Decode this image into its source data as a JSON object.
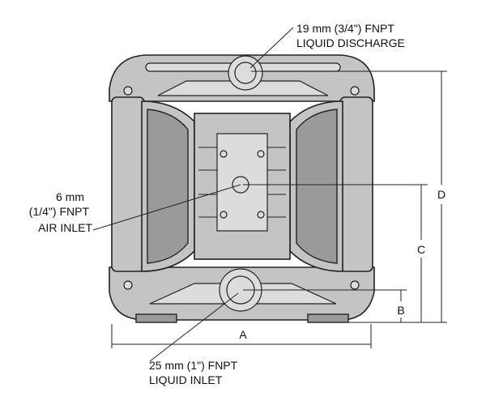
{
  "callouts": {
    "discharge": {
      "line1": "19 mm (3/4\") FNPT",
      "line2": "LIQUID DISCHARGE"
    },
    "air_inlet": {
      "line1": "6 mm",
      "line2": "(1/4\") FNPT",
      "line3": "AIR INLET"
    },
    "liquid_inlet": {
      "line1": "25 mm (1\") FNPT",
      "line2": "LIQUID INLET"
    }
  },
  "dimensions": {
    "a": "A",
    "b": "B",
    "c": "C",
    "d": "D"
  }
}
